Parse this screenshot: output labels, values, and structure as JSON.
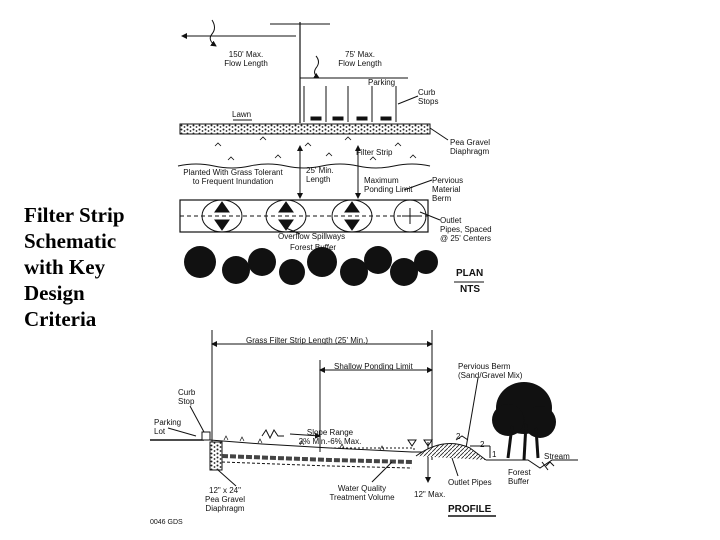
{
  "title_lines": [
    "Filter Strip",
    "Schematic",
    "with Key",
    "Design",
    "Criteria"
  ],
  "plan": {
    "labels": {
      "max_flow_150": [
        "150' Max.",
        "Flow Length"
      ],
      "max_flow_75": [
        "75' Max.",
        "Flow Length"
      ],
      "parking": "Parking",
      "curb_stops": [
        "Curb",
        "Stops"
      ],
      "lawn": "Lawn",
      "pea_gravel": [
        "Pea Gravel",
        "Diaphragm"
      ],
      "filter_strip": "Filter Strip",
      "planted": [
        "Planted With Grass Tolerant",
        "to Frequent Inundation"
      ],
      "min_length": [
        "25' Min.",
        "Length"
      ],
      "max_ponding": [
        "Maximum",
        "Ponding Limit"
      ],
      "pervious_berm": [
        "Pervious",
        "Material",
        "Berm"
      ],
      "outlet_pipes": [
        "Outlet",
        "Pipes, Spaced",
        "@ 25' Centers"
      ],
      "overflow": "Overflow Spillways",
      "forest_buffer": "Forest Buffer"
    },
    "view_label": "PLAN",
    "scale_label": "NTS"
  },
  "profile": {
    "labels": {
      "strip_length": "Grass Filter Strip Length (25' Min.)",
      "shallow_ponding": "Shallow Ponding Limit",
      "pervious_berm": [
        "Pervious Berm",
        "(Sand/Gravel Mix)"
      ],
      "curb_stop": [
        "Curb",
        "Stop"
      ],
      "parking_lot": [
        "Parking",
        "Lot"
      ],
      "slope_range": [
        "Slope Range",
        "2% Min.-6% Max."
      ],
      "dim_2": "2",
      "dim_2b": "2",
      "dim_1": "1",
      "stream": "Stream",
      "forest_buffer": [
        "Forest",
        "Buffer"
      ],
      "outlet_pipes": "Outlet Pipes",
      "gravel_diaphragm": [
        "12\" x 24\"",
        "Pea Gravel",
        "Diaphragm"
      ],
      "wq_volume": [
        "Water Quality",
        "Treatment Volume"
      ],
      "max_12": "12\" Max."
    },
    "view_label": "PROFILE",
    "credit": "0046 GDS"
  }
}
